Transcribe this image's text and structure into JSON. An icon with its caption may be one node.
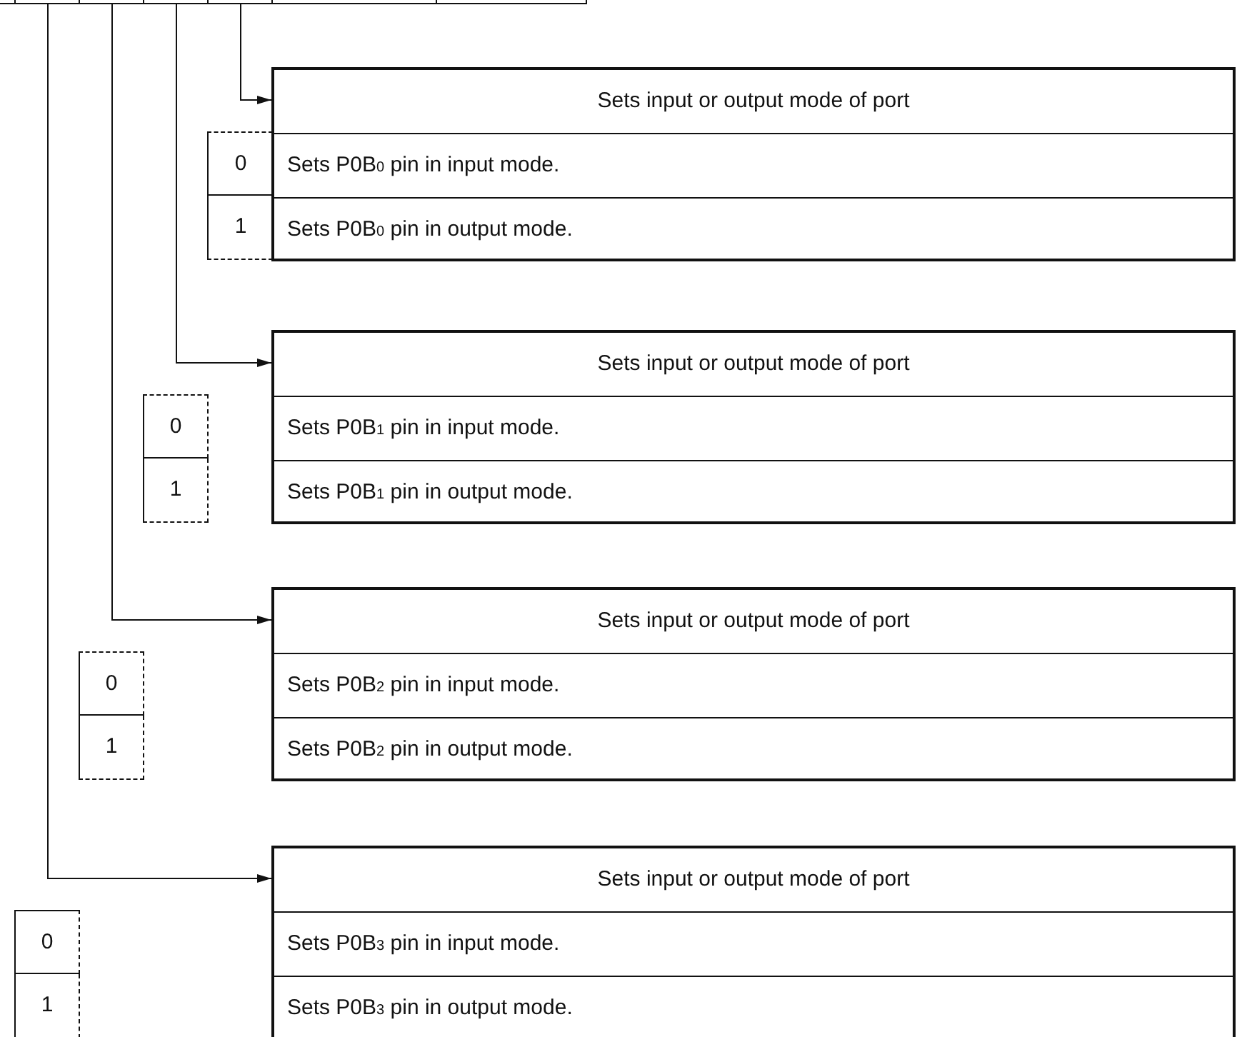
{
  "diagram": {
    "nodes": [
      {
        "text": [],
        "shape": "box"
      },
      {
        "text": [],
        "shape": "box"
      },
      {
        "text": [],
        "shape": "box"
      },
      {
        "text": [],
        "shape": "box"
      },
      {
        "text": [],
        "shape": "box"
      },
      {
        "text": [],
        "shape": "box"
      },
      {
        "text": [],
        "shape": "box"
      },
      {
        "text": [
          "Sets input or output mode of port"
        ]
      },
      {
        "text": [
          "0"
        ]
      },
      {
        "text": [
          "Sets P0B$_{0}$ pin in input mode."
        ],
        "in": 7
      },
      {
        "text": [
          "1"
        ]
      },
      {
        "text": [
          "Sets P0B$_{0}$ pin in output mode."
        ],
        "in": 7
      },
      {
        "text": [
          "Sets input or output mode of port"
        ]
      },
      {
        "text": [
          "0"
        ]
      },
      {
        "text": [
          "Sets P0B$_{1}$ pin in input mode."
        ],
        "in": 12
      },
      {
        "text": [
          "1"
        ]
      },
      {
        "text": [
          "Sets P0B$_{1}$ pin in output mode."
        ],
        "in": 12
      },
      {
        "text": [
          "Sets input or output mode of port"
        ]
      },
      {
        "text": [
          "0"
        ]
      },
      {
        "text": [
          "Sets P0B$_{2}$ pin in input mode."
        ],
        "in": 17
      },
      {
        "text": [
          "1"
        ]
      },
      {
        "text": [
          "Sets P0B$_{2}$ pin in output mode."
        ],
        "in": 17
      },
      {
        "text": [
          "Sets input or output mode of port"
        ]
      },
      {
        "text": [
          "0"
        ]
      },
      {
        "text": [
          "Sets P0B$_{3}$ pin in input mode."
        ],
        "in": 22
      },
      {
        "text": [
          "1"
        ]
      },
      {
        "text": [
          "Sets P0B$_{3}$ pin in output mode."
        ],
        "in": 22
      }
    ],
    "edges": [
      {
        "from": 4,
        "to": 7,
        "arrow": "to"
      },
      {
        "from": 3,
        "to": 12,
        "arrow": "to"
      },
      {
        "from": 2,
        "to": 17,
        "arrow": "to"
      },
      {
        "from": 1,
        "to": 22,
        "arrow": "to"
      }
    ]
  }
}
